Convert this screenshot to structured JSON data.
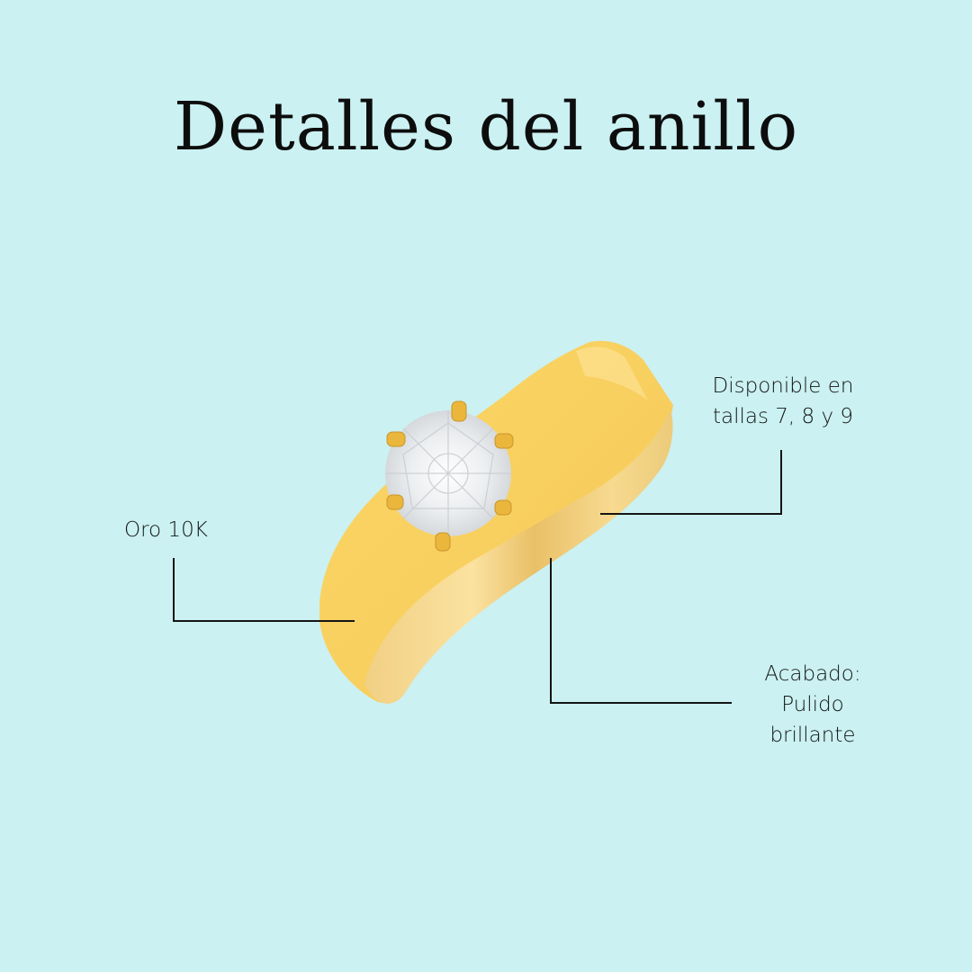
{
  "title": "Detalles del anillo",
  "colors": {
    "background": "#cbf1f2",
    "gold": "#f7cf5a",
    "gold_light": "#fde08a",
    "gold_dark": "#e8b94a",
    "diamond": "#eef0f2",
    "line": "#151515"
  },
  "callouts": {
    "sizes": {
      "line1": "Disponible en",
      "line2": "tallas 7, 8 y 9"
    },
    "material": {
      "text": "Oro 10K"
    },
    "finish": {
      "line1": "Acabado:",
      "line2": "Pulido",
      "line3": "brillante"
    }
  },
  "image": {
    "subject": "gold-solitaire-ring"
  }
}
